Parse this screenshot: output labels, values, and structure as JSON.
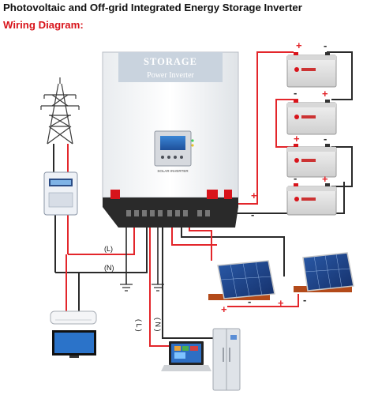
{
  "header": {
    "title": "Photovoltaic and Off-grid Integrated Energy Storage Inverter",
    "subtitle": "Wiring Diagram:"
  },
  "inverter": {
    "brand_line1": "STORAGE",
    "brand_line2": "Power Inverter",
    "model_label": "SOLAR INVERTER"
  },
  "wires": {
    "live_label": "(L)",
    "neutral_label": "(N)",
    "live_vertical_label": "( L )",
    "neutral_vertical_label": "( N )"
  },
  "polarity": {
    "positive": "+",
    "negative": "-"
  },
  "colors": {
    "positive_wire": "#e3262b",
    "negative_wire": "#2a2a2a",
    "title_accent": "#d8141b"
  }
}
